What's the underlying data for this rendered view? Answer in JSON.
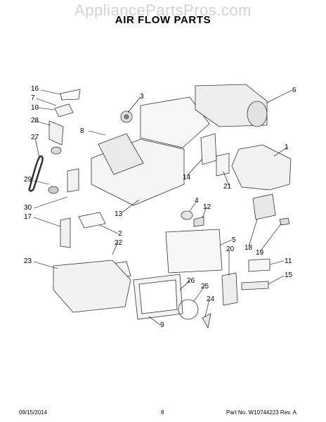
{
  "watermark": "AppliancePartsPros.com",
  "title": "AIR FLOW PARTS",
  "callouts": [
    "16",
    "7",
    "10",
    "28",
    "27",
    "29",
    "30",
    "17",
    "23",
    "3",
    "8",
    "13",
    "2",
    "22",
    "9",
    "6",
    "1",
    "21",
    "14",
    "4",
    "12",
    "5",
    "20",
    "18",
    "19",
    "11",
    "15",
    "26",
    "25",
    "24"
  ],
  "footer": {
    "date": "09/15/2014",
    "page": "8",
    "part_no": "Part No. W10744223  Rev. A"
  }
}
